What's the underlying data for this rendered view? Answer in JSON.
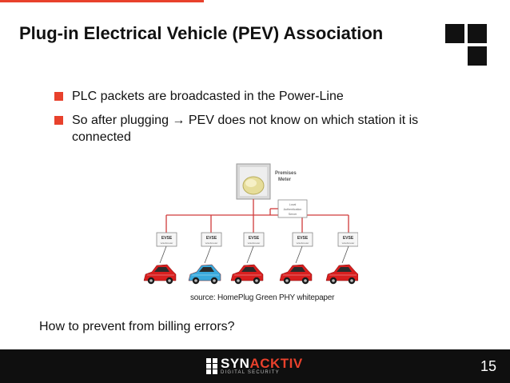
{
  "slide": {
    "title": "Plug-in Electrical Vehicle (PEV) Association",
    "bullets": [
      "PLC packets are broadcasted in the Power-Line",
      "So after plugging → PEV does not know on which station it is connected"
    ],
    "source": "source: HomePlug Green PHY whitepaper",
    "question": "How to prevent from billing errors?",
    "page_number": "15"
  },
  "diagram": {
    "meter_label_line1": "Premises",
    "meter_label_line2": "Meter",
    "server_label_line1": "Local",
    "server_label_line2": "Authentication",
    "server_label_line3": "Server",
    "evse_label": "EVSE",
    "evse_sublabel": "w/submeter",
    "car_colors": [
      "#d81f1f",
      "#3aa9dc",
      "#d81f1f",
      "#d81f1f",
      "#d81f1f"
    ],
    "line_color": "#d03a3a"
  },
  "footer": {
    "logo_prefix": "SYN",
    "logo_accent": "ACKTIV",
    "logo_sub": "DIGITAL SECURITY"
  },
  "colors": {
    "accent": "#e8412c",
    "footer_bg": "#0f0f0f"
  }
}
